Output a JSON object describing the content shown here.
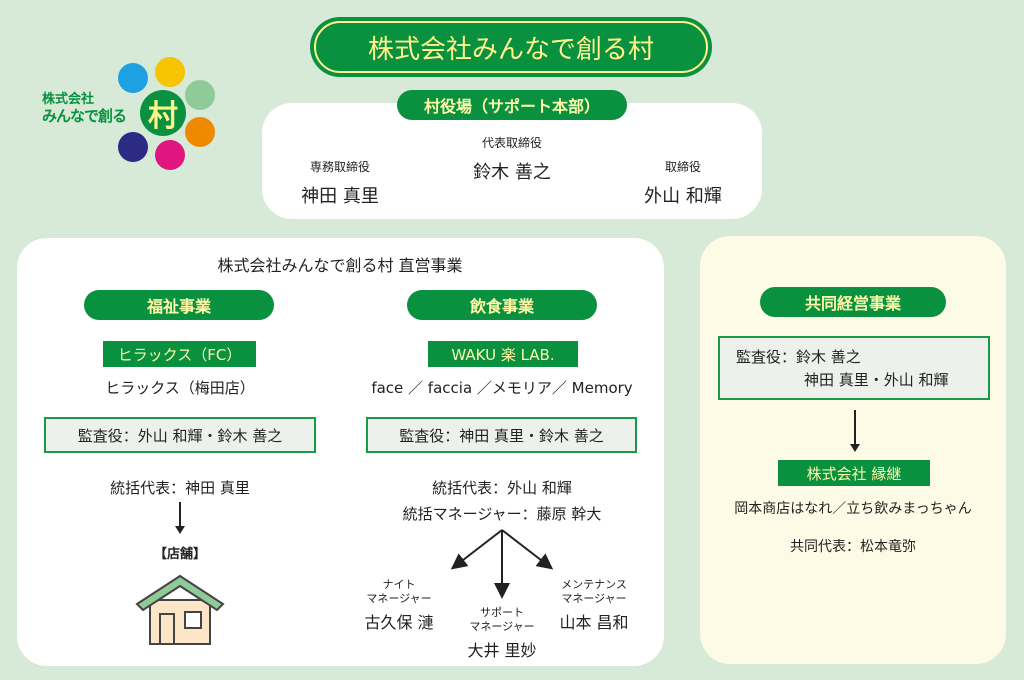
{
  "logo": {
    "line1": "株式会社",
    "line2": "みんなで創る",
    "mark": "村"
  },
  "title": "株式会社みんなで創る村",
  "hq": {
    "label": "村役場（サポート本部）",
    "officers": [
      {
        "role": "専務取締役",
        "name": "神田 真里"
      },
      {
        "role": "代表取締役",
        "name": "鈴木 善之"
      },
      {
        "role": "取締役",
        "name": "外山 和輝"
      }
    ]
  },
  "direct": {
    "heading": "株式会社みんなで創る村 直営事業",
    "welfare": {
      "label": "福祉事業",
      "brand": "ヒラックス（FC）",
      "stores": "ヒラックス（梅田店）",
      "auditor": "監査役：外山 和輝・鈴木 善之",
      "rep": "統括代表：神田 真里",
      "shop_label": "【店舗】"
    },
    "food": {
      "label": "飲食事業",
      "brand": "WAKU 楽 LAB.",
      "stores": "face ／ faccia ／メモリア／ Memory",
      "auditor": "監査役：神田 真里・鈴木 善之",
      "rep": "統括代表：外山 和輝",
      "manager": "統括マネージャー：藤原 幹大",
      "staff": [
        {
          "role1": "ナイト",
          "role2": "マネージャー",
          "name": "古久保 漣"
        },
        {
          "role1": "サポート",
          "role2": "マネージャー",
          "name": "大井 里妙"
        },
        {
          "role1": "メンテナンス",
          "role2": "マネージャー",
          "name": "山本 昌和"
        }
      ]
    }
  },
  "joint": {
    "label": "共同経営事業",
    "auditor_line1": "監査役：鈴木 善之",
    "auditor_line2": "神田 真里・外山 和輝",
    "company": "株式会社 縁継",
    "stores": "岡本商店はなれ／立ち飲みまっちゃん",
    "rep": "共同代表：松本竜弥"
  },
  "colors": {
    "green": "#0a9140",
    "yellow_text": "#fff9a8",
    "background": "#d6ead7",
    "joint_panel": "#fdfbe6"
  }
}
